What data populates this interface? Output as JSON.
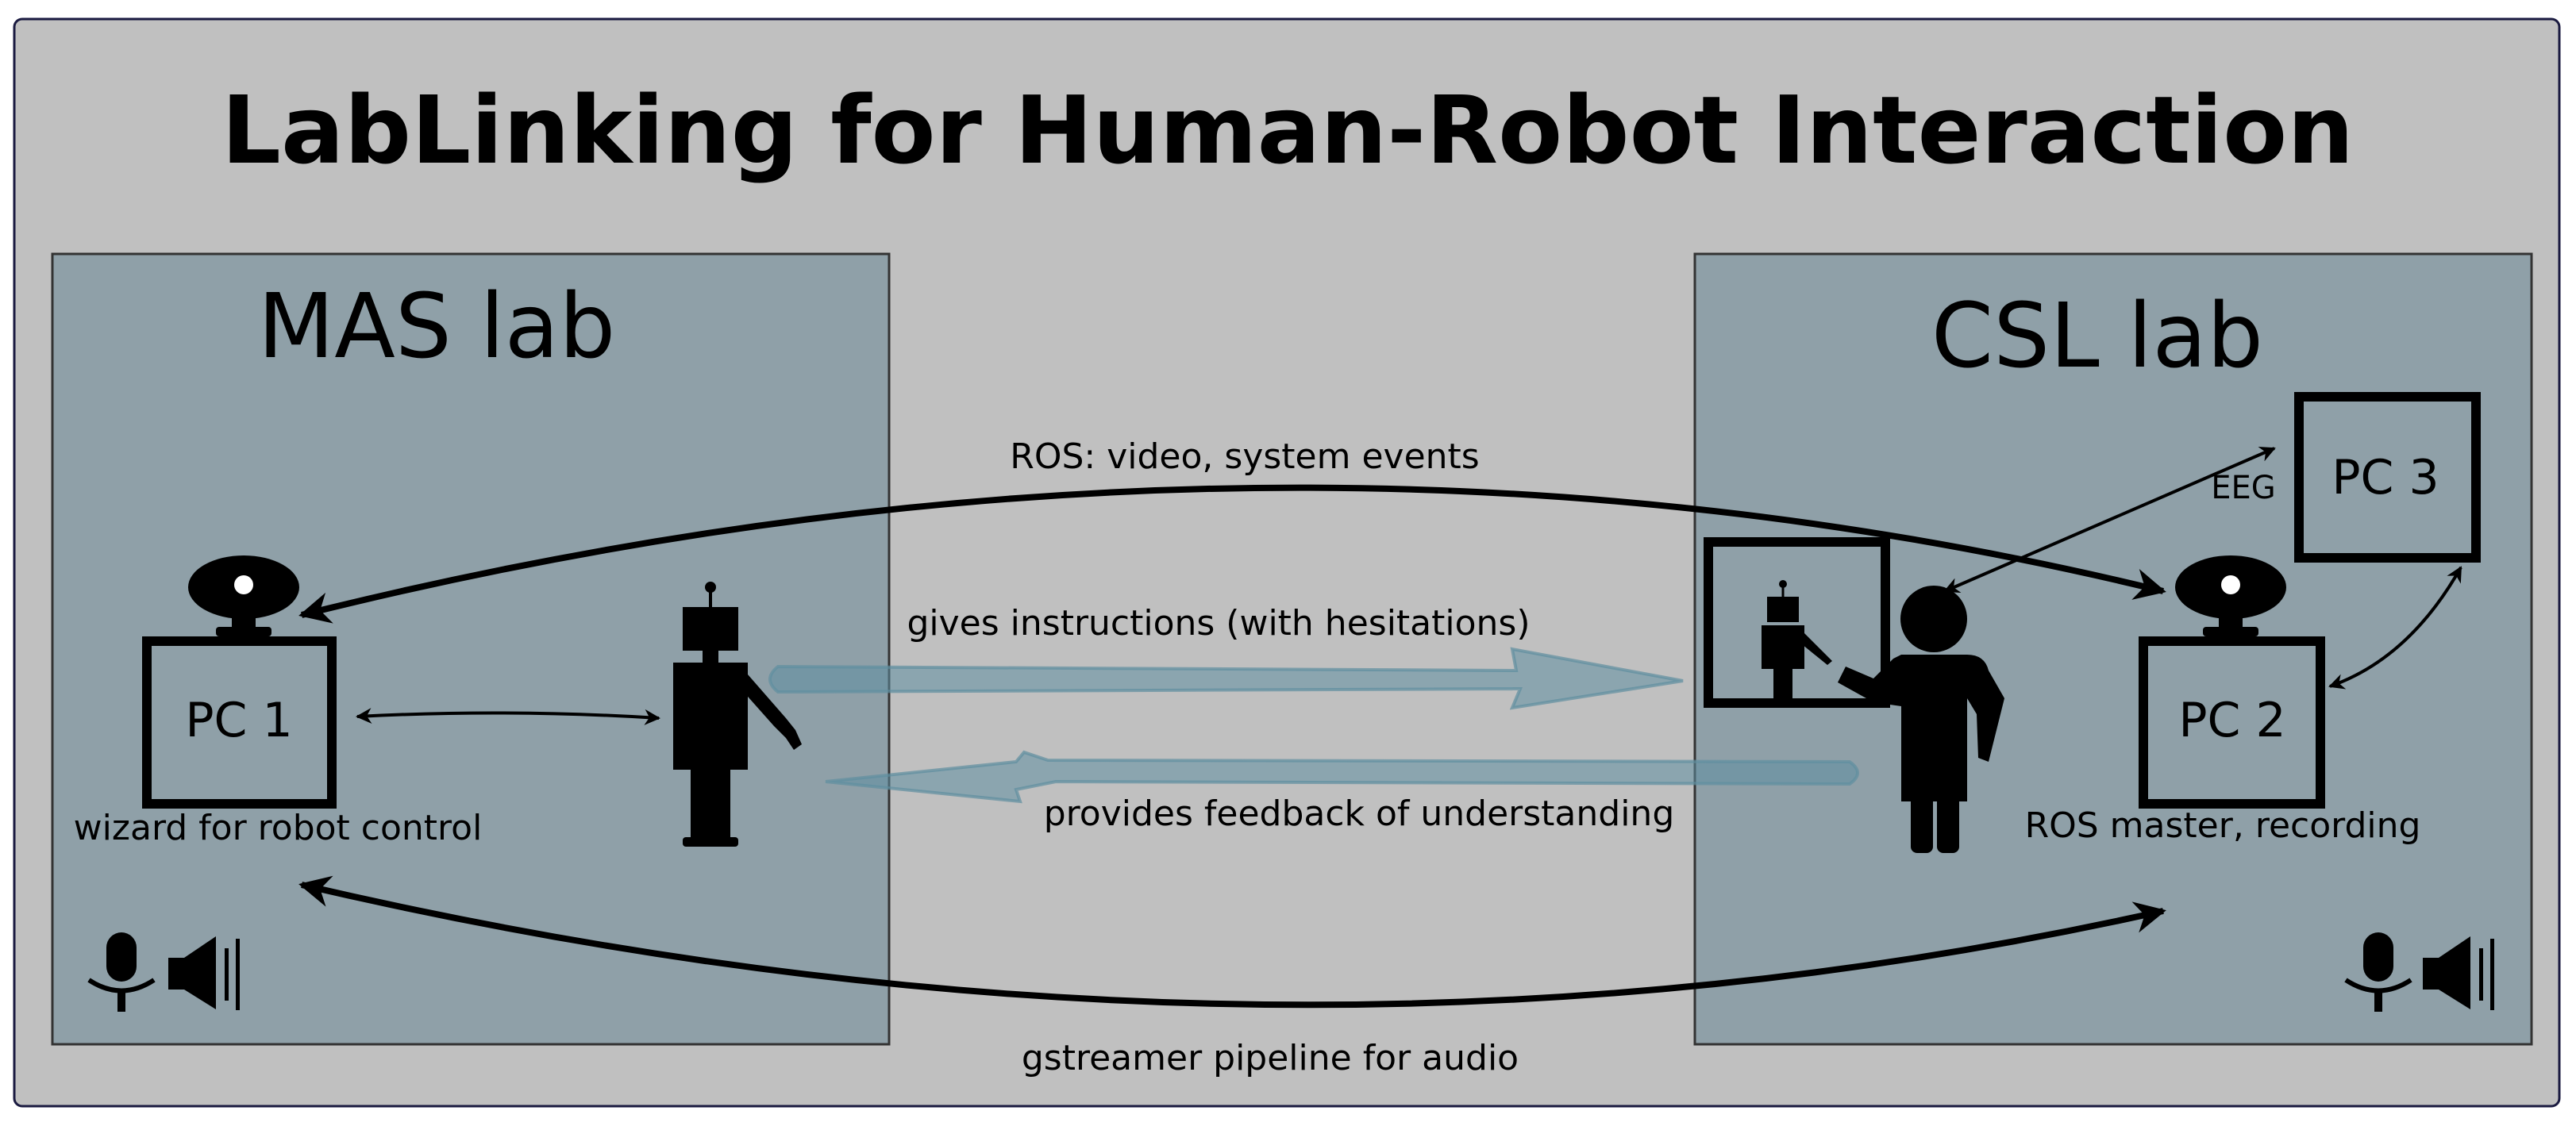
{
  "title": "LabLinking for Human-Robot Interaction",
  "labs": {
    "left": {
      "name": "MAS lab"
    },
    "right": {
      "name": "CSL lab"
    }
  },
  "computers": {
    "pc1": {
      "label": "PC 1",
      "caption": "wizard for robot control"
    },
    "pc2": {
      "label": "PC 2",
      "caption": "ROS master, recording"
    },
    "pc3": {
      "label": "PC 3"
    }
  },
  "links": {
    "ros": "ROS: video, system events",
    "instructions": "gives instructions (with hesitations)",
    "feedback": "provides feedback of understanding",
    "eeg": "EEG",
    "audio": "gstreamer pipeline for audio"
  },
  "icons": {
    "webcam": "webcam-icon",
    "robot": "robot-icon",
    "person": "person-icon",
    "microphone": "microphone-icon",
    "speaker": "speaker-icon"
  },
  "colors": {
    "frame_background": "#c0c0c0",
    "lab_background": "#8fa0a8",
    "flow_arrow": "#5f8ea0"
  }
}
